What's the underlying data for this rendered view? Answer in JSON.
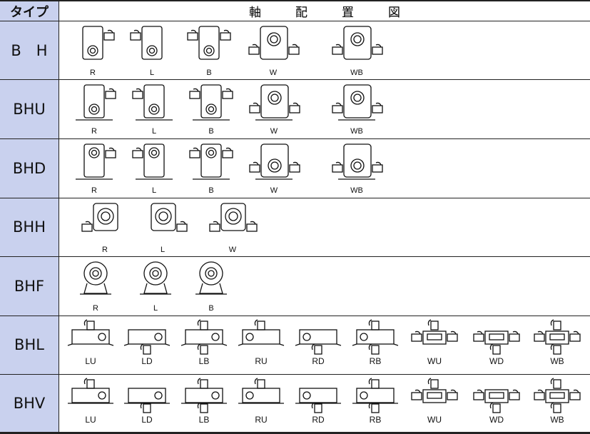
{
  "header": {
    "type_label": "タイプ",
    "title_chars": [
      "軸",
      "配",
      "置",
      "図"
    ]
  },
  "rows": [
    {
      "type": "B　H",
      "family": "BH",
      "items": [
        "R",
        "L",
        "B",
        "W",
        "WB"
      ]
    },
    {
      "type": "BHU",
      "family": "BHU",
      "items": [
        "R",
        "L",
        "B",
        "W",
        "WB"
      ]
    },
    {
      "type": "BHD",
      "family": "BHD",
      "items": [
        "R",
        "L",
        "B",
        "W",
        "WB"
      ]
    },
    {
      "type": "BHH",
      "family": "BHH",
      "items": [
        "R",
        "L",
        "W"
      ]
    },
    {
      "type": "BHF",
      "family": "BHF",
      "items": [
        "R",
        "L",
        "B"
      ]
    },
    {
      "type": "BHL",
      "family": "BHL",
      "items": [
        "LU",
        "LD",
        "LB",
        "RU",
        "RD",
        "RB",
        "WU",
        "WD",
        "WB"
      ]
    },
    {
      "type": "BHV",
      "family": "BHV",
      "items": [
        "LU",
        "LD",
        "LB",
        "RU",
        "RD",
        "RB",
        "WU",
        "WD",
        "WB"
      ]
    }
  ],
  "colors": {
    "type_column": "#c9d1ee",
    "lines": "#222222"
  }
}
